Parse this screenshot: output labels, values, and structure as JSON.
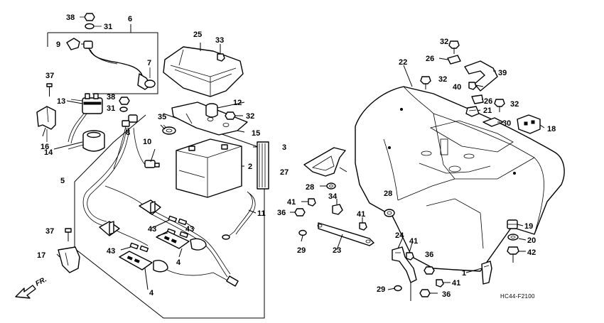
{
  "diagram": {
    "code": "HC44-F2100",
    "direction_label": "FR.",
    "labels": {
      "l1": "1",
      "l2": "2",
      "l3": "3",
      "l4a": "4",
      "l4b": "4",
      "l5": "5",
      "l6": "6",
      "l7": "7",
      "l8": "8",
      "l9": "9",
      "l10": "10",
      "l11": "11",
      "l12": "12",
      "l13": "13",
      "l14": "14",
      "l15": "15",
      "l16": "16",
      "l17": "17",
      "l18": "18",
      "l19": "19",
      "l20": "20",
      "l21": "21",
      "l22": "22",
      "l23": "23",
      "l24": "24",
      "l25": "25",
      "l26a": "26",
      "l26b": "26",
      "l27": "27",
      "l28a": "28",
      "l28b": "28",
      "l29a": "29",
      "l29b": "29",
      "l30": "30",
      "l31a": "31",
      "l31b": "31",
      "l32a": "32",
      "l32b": "32",
      "l32c": "32",
      "l32d": "32",
      "l33": "33",
      "l34": "34",
      "l35": "35",
      "l36a": "36",
      "l36b": "36",
      "l36c": "36",
      "l37a": "37",
      "l37b": "37",
      "l38a": "38",
      "l38b": "38",
      "l39": "39",
      "l40": "40",
      "l41a": "41",
      "l41b": "41",
      "l41c": "41",
      "l41d": "41",
      "l42": "42",
      "l43a": "43",
      "l43b": "43",
      "l43c": "43"
    }
  }
}
